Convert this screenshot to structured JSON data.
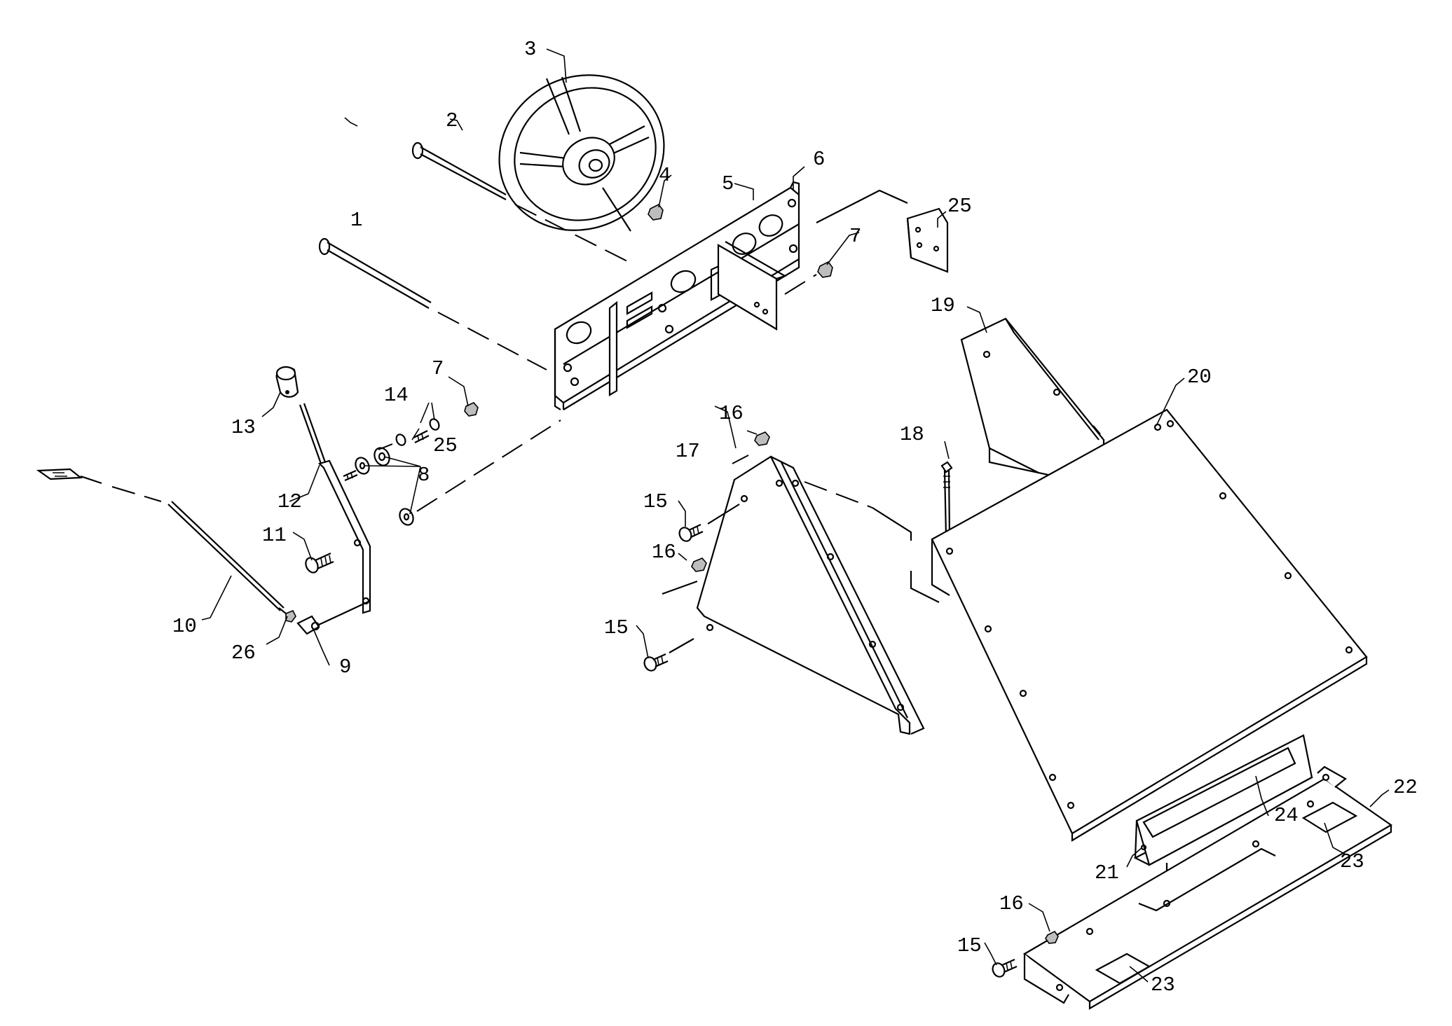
{
  "diagram": {
    "type": "exploded-parts-view",
    "callouts": [
      {
        "id": "c1",
        "label": "1"
      },
      {
        "id": "c2",
        "label": "2"
      },
      {
        "id": "c3",
        "label": "3"
      },
      {
        "id": "c4",
        "label": "4"
      },
      {
        "id": "c5",
        "label": "5"
      },
      {
        "id": "c6",
        "label": "6"
      },
      {
        "id": "c7a",
        "label": "7"
      },
      {
        "id": "c7b",
        "label": "7"
      },
      {
        "id": "c8",
        "label": "8"
      },
      {
        "id": "c9",
        "label": "9"
      },
      {
        "id": "c10",
        "label": "10"
      },
      {
        "id": "c11",
        "label": "11"
      },
      {
        "id": "c12",
        "label": "12"
      },
      {
        "id": "c13",
        "label": "13"
      },
      {
        "id": "c14",
        "label": "14"
      },
      {
        "id": "c15a",
        "label": "15"
      },
      {
        "id": "c15b",
        "label": "15"
      },
      {
        "id": "c15c",
        "label": "15"
      },
      {
        "id": "c16a",
        "label": "16"
      },
      {
        "id": "c16b",
        "label": "16"
      },
      {
        "id": "c16c",
        "label": "16"
      },
      {
        "id": "c17",
        "label": "17"
      },
      {
        "id": "c18",
        "label": "18"
      },
      {
        "id": "c19",
        "label": "19"
      },
      {
        "id": "c20",
        "label": "20"
      },
      {
        "id": "c21",
        "label": "21"
      },
      {
        "id": "c22",
        "label": "22"
      },
      {
        "id": "c23a",
        "label": "23"
      },
      {
        "id": "c23b",
        "label": "23"
      },
      {
        "id": "c24",
        "label": "24"
      },
      {
        "id": "c25a",
        "label": "25"
      },
      {
        "id": "c25b",
        "label": "25"
      },
      {
        "id": "c26",
        "label": "26"
      }
    ]
  }
}
